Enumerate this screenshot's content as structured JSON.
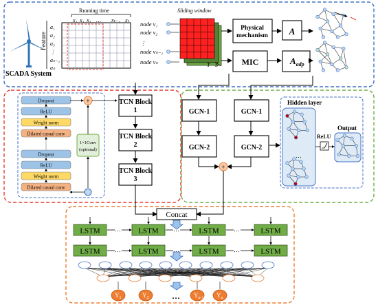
{
  "scada": {
    "label": "SCADA System",
    "feature_label": "Feature",
    "time_label": "Running time",
    "time_ticks": [
      "x₁",
      "x₂",
      "x₃",
      "…",
      "xₜ₋₁",
      "xₜ"
    ],
    "row_labels": [
      "a₁",
      "a₂",
      "a₃",
      "⋮",
      "aₙ₋₁",
      "aₙ"
    ]
  },
  "nodes": {
    "items": [
      "node v₁",
      "node v₂",
      "⋮",
      "node vₙ₋₁",
      "node vₙ"
    ]
  },
  "sliding_window": {
    "label": "Sliding window",
    "t_label": "T",
    "s_label": "S"
  },
  "graph_build": {
    "physical": "Physical mechanism",
    "mic": "MIC",
    "a": "A",
    "a_adp": "A",
    "a_adp_sub": "adp"
  },
  "tcn_detail": {
    "layers": [
      "Dropout",
      "ReLU",
      "Weight norm",
      "Dilated casual conv",
      "Dropout",
      "ReLU",
      "Weight norm",
      "Dilated casual conv"
    ],
    "conv_label": "1×1Conv",
    "conv_sub": "(optional)",
    "plus": "+"
  },
  "tcn_blocks": [
    "TCN Block 1",
    "TCN Block 2",
    "TCN Block 3"
  ],
  "gcn": {
    "col1": [
      "GCN-1",
      "GCN-2"
    ],
    "col2": [
      "GCN-1",
      "GCN-2"
    ],
    "plus": "+"
  },
  "gcn_detail": {
    "hidden_layer": "Hidden layer",
    "relu": "ReLU",
    "output": "Output",
    "dots": "…"
  },
  "concat": "Concat",
  "lstm": {
    "label": "LSTM",
    "dots": "…"
  },
  "outputs": {
    "y1": "Y",
    "y1_sub": "1",
    "y2": "Y",
    "y2_sub": "2",
    "dots": "…",
    "yn1": "Y",
    "yn1_sub": "n-1",
    "yn": "Y",
    "yn_sub": "n"
  },
  "colors": {
    "green": "#70ad47",
    "green_fill": "#a9d18e",
    "lstm_fill": "#70ad47",
    "blue_border": "#4472c4",
    "red_border": "#e03c31",
    "orange": "#ed7d31",
    "yellow": "#ffd966",
    "dilated": "#f4b183",
    "blue_layer": "#9dc3e6",
    "window_red": "#ff2020"
  }
}
